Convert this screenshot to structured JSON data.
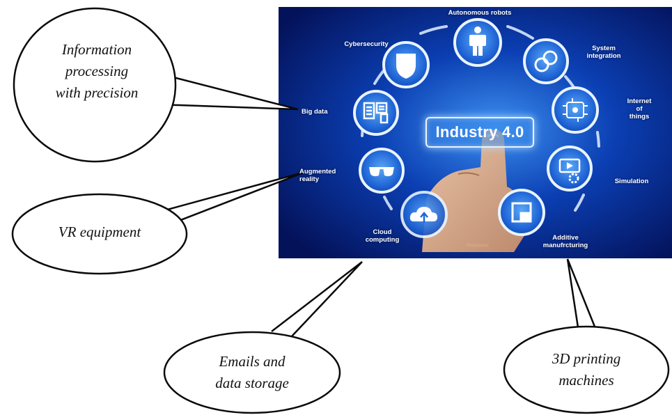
{
  "panel": {
    "center_label": "Industry 4.0",
    "components": [
      {
        "id": "autonomous-robots",
        "lines": [
          "Autonomous robots"
        ],
        "icon": "robot-icon"
      },
      {
        "id": "system-integration",
        "lines": [
          "System",
          "integration"
        ],
        "icon": "linked-rings-icon"
      },
      {
        "id": "internet-of-things",
        "lines": [
          "Internet",
          "of",
          "things"
        ],
        "icon": "circuit-icon"
      },
      {
        "id": "simulation",
        "lines": [
          "Simulation"
        ],
        "icon": "play-gear-icon"
      },
      {
        "id": "additive-manufacturing",
        "lines": [
          "Additive",
          "manufrcturing"
        ],
        "icon": "cube-frame-icon"
      },
      {
        "id": "cloud-computing",
        "lines": [
          "Cloud",
          "computing"
        ],
        "icon": "cloud-upload-icon"
      },
      {
        "id": "augmented-reality",
        "lines": [
          "Augmented",
          "reality"
        ],
        "icon": "glasses-icon"
      },
      {
        "id": "big-data",
        "lines": [
          "Big data"
        ],
        "icon": "data-sheets-icon"
      },
      {
        "id": "cybersecurity",
        "lines": [
          "Cybersecurity"
        ],
        "icon": "shield-icon"
      }
    ]
  },
  "callouts": [
    {
      "id": "information-processing",
      "lines": [
        "Information",
        "processing",
        "with precision"
      ],
      "points_to": "Big data"
    },
    {
      "id": "vr-equipment",
      "lines": [
        "VR equipment"
      ],
      "points_to": "Augmented reality"
    },
    {
      "id": "emails-storage",
      "lines": [
        "Emails and",
        "data storage"
      ],
      "points_to": "Cloud computing"
    },
    {
      "id": "3d-printing",
      "lines": [
        "3D printing",
        "machines"
      ],
      "points_to": "Additive manufrcturing"
    }
  ],
  "colors": {
    "panel_dark": "#04125a",
    "panel_mid": "#0b3fb3",
    "panel_glow": "#3c8fef",
    "icon_fill": "#ffffff",
    "outline": "#0a0a0a"
  }
}
